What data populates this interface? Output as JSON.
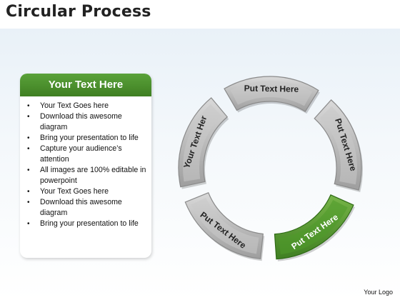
{
  "title": "Circular Process",
  "panel": {
    "header": "Your Text Here",
    "items": [
      "Your Text Goes here",
      "Download this awesome diagram",
      "Bring your presentation to life",
      "Capture your audience’s attention",
      "All images are 100% editable in powerpoint",
      "Your Text Goes here",
      "Download this awesome diagram",
      "Bring your presentation to life"
    ]
  },
  "segments": [
    {
      "label": "Put Text Here",
      "active": false
    },
    {
      "label": "Put Text Here",
      "active": false
    },
    {
      "label": "Put Text Here",
      "active": true
    },
    {
      "label": "Put Text Here",
      "active": false
    },
    {
      "label": "Your Text Her",
      "active": false
    }
  ],
  "colors": {
    "accent": "#4a8f2a",
    "segment_fill": "#b0b0b0",
    "segment_active": "#5a9a2f"
  },
  "logo": "Your Logo"
}
